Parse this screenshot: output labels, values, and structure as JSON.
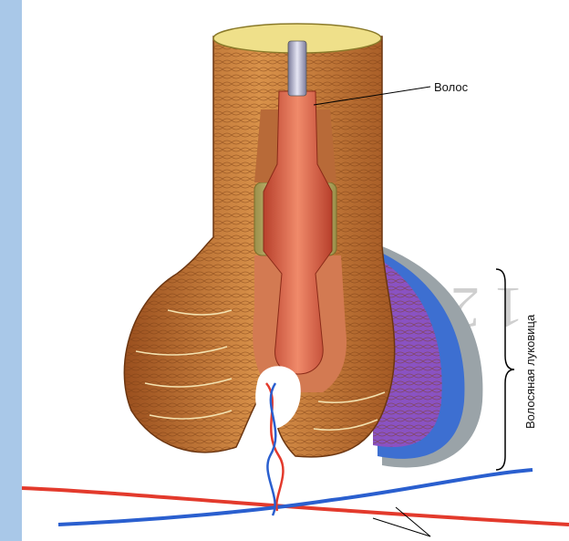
{
  "labels": {
    "hair": "Волос",
    "bulb": "Волосяная луковица"
  },
  "colors": {
    "background": "#a9c8e8",
    "panel": "#ffffff",
    "sheath": "#c8843f",
    "hair_shaft": "#d9644b",
    "artery": "#e33a2c",
    "vein": "#2a5fcf",
    "bulb_blue": "#3d6fd1",
    "bulb_purple": "#8a52c2"
  },
  "icons": {
    "bulb_bracket": "curly-brace"
  }
}
